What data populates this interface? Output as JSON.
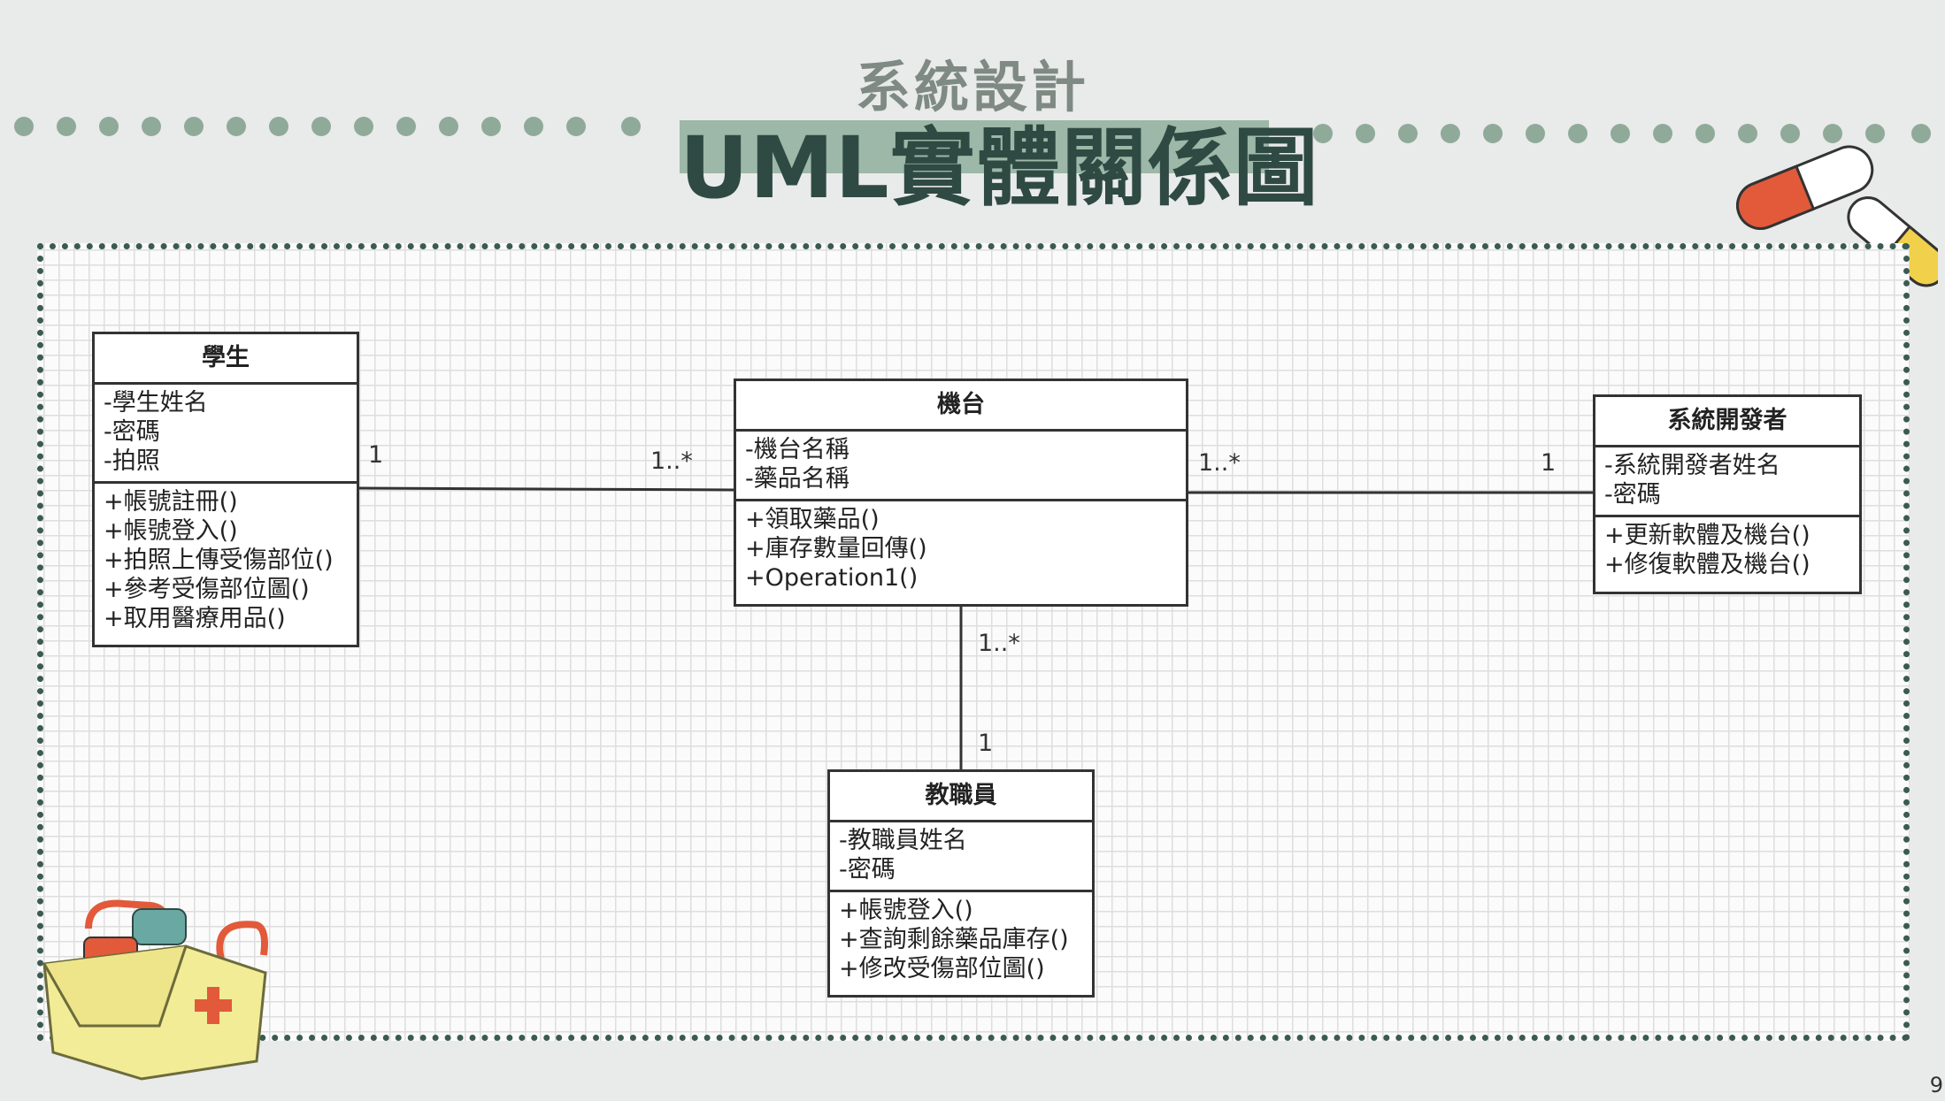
{
  "slide": {
    "subtitle": "系統設計",
    "title": "UML實體關係圖",
    "page_number": "9"
  },
  "colors": {
    "background": "#e9eaea",
    "accent_green": "#90aa9a",
    "title_dark": "#2f4a43",
    "dotted_border": "#3b5a52"
  },
  "classes": {
    "student": {
      "name": "學生",
      "attributes": [
        "-學生姓名",
        "-密碼",
        "-拍照"
      ],
      "methods": [
        "+帳號註冊()",
        "+帳號登入()",
        "+拍照上傳受傷部位()",
        "+參考受傷部位圖()",
        "+取用醫療用品()"
      ]
    },
    "machine": {
      "name": "機台",
      "attributes": [
        "-機台名稱",
        "-藥品名稱"
      ],
      "methods": [
        "+領取藥品()",
        "+庫存數量回傳()",
        "+Operation1()"
      ]
    },
    "developer": {
      "name": "系統開發者",
      "attributes": [
        "-系統開發者姓名",
        "-密碼"
      ],
      "methods": [
        "+更新軟體及機台()",
        "+修復軟體及機台()"
      ]
    },
    "staff": {
      "name": "教職員",
      "attributes": [
        "-教職員姓名",
        "-密碼"
      ],
      "methods": [
        "+帳號登入()",
        "+查詢剩餘藥品庫存()",
        "+修改受傷部位圖()"
      ]
    }
  },
  "multiplicities": {
    "student_side": "1",
    "machine_to_student": "1..*",
    "machine_to_developer": "1..*",
    "developer_side": "1",
    "machine_to_staff": "1..*",
    "staff_side": "1"
  },
  "decorations": [
    "capsule-pills-icon",
    "first-aid-kit-icon"
  ]
}
